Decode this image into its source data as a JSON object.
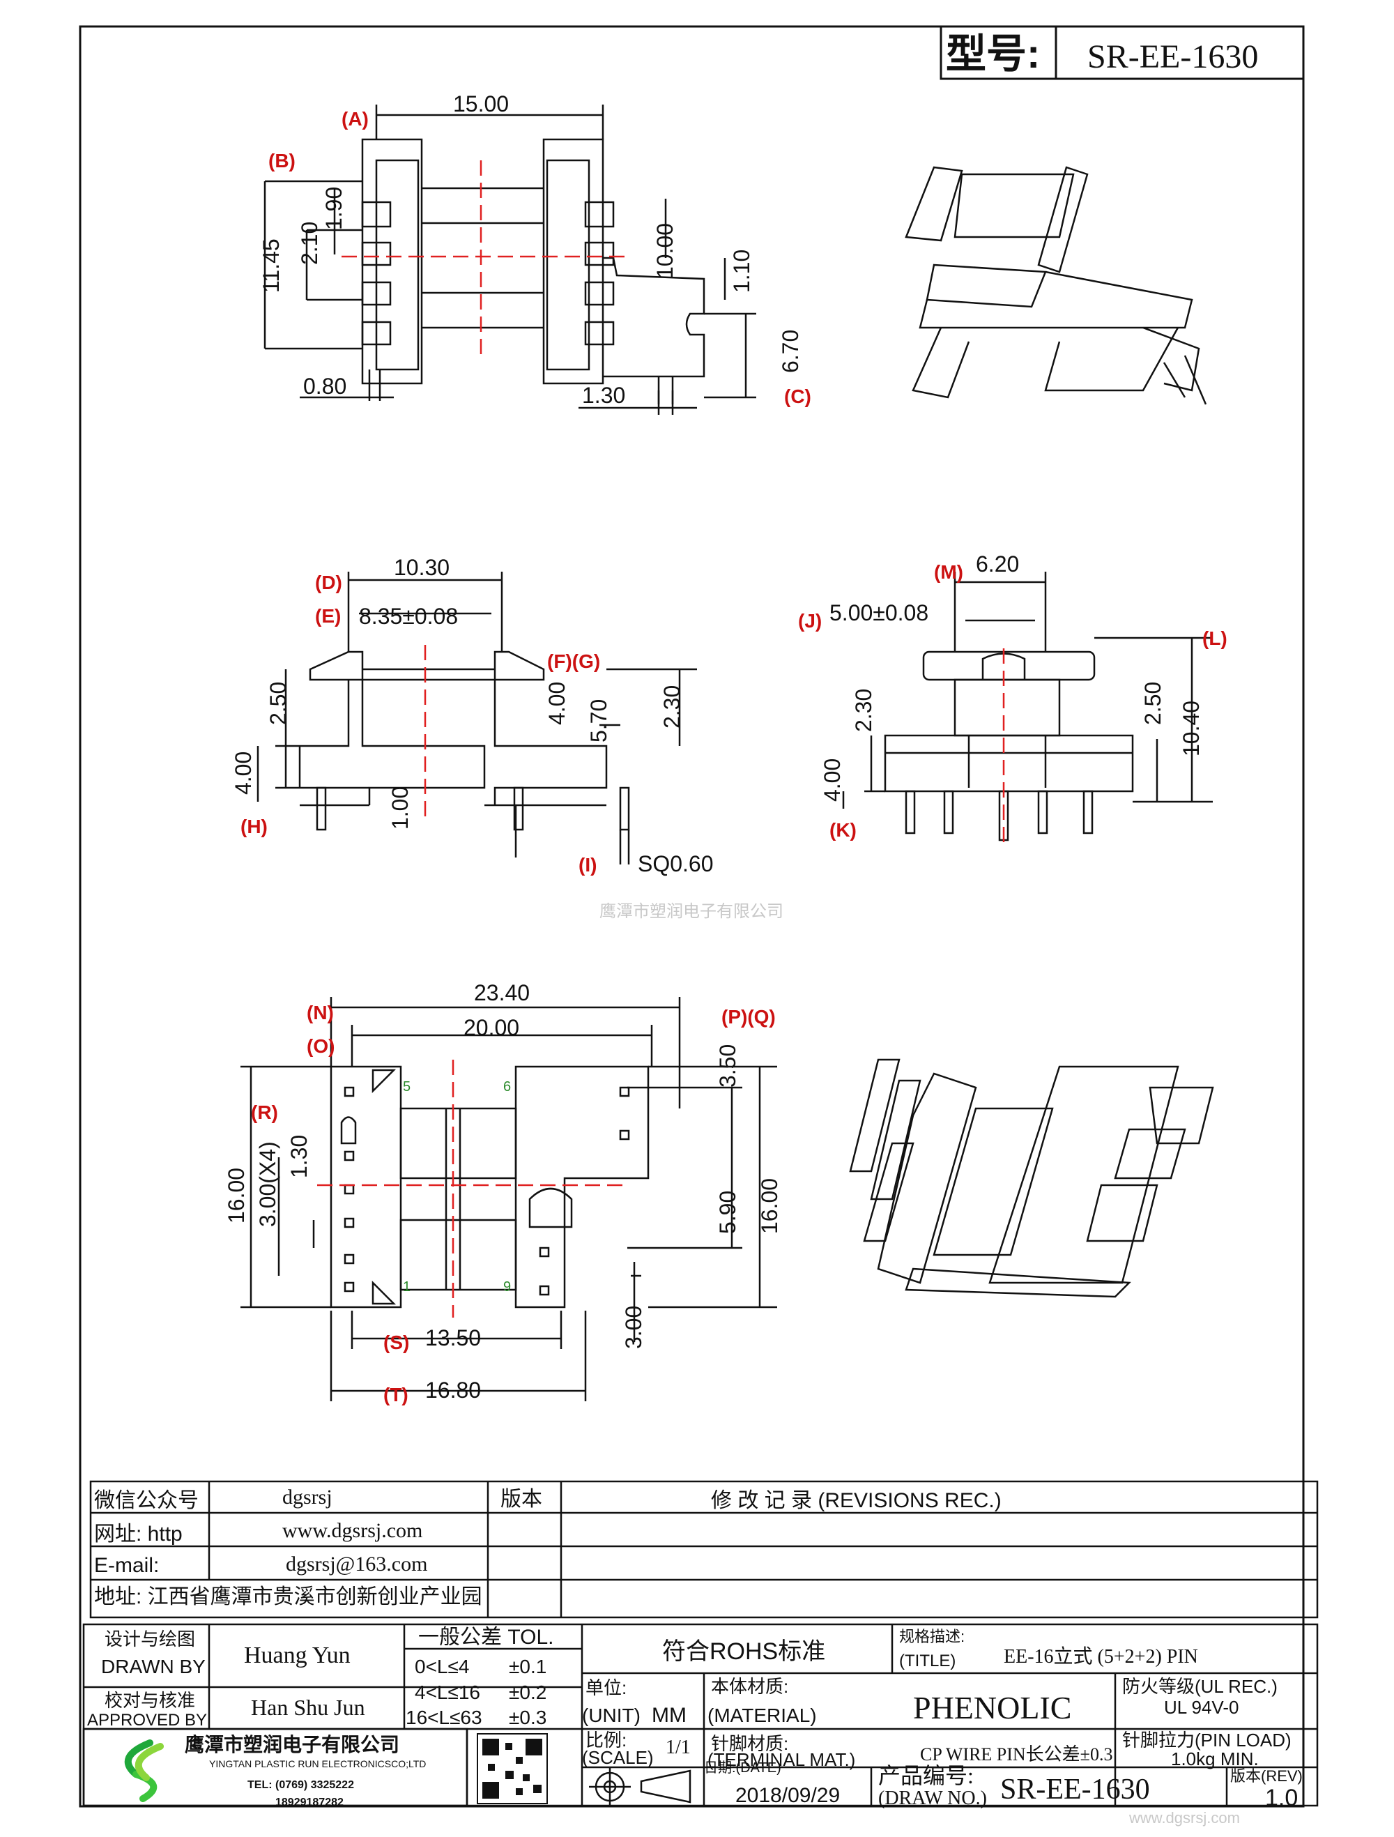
{
  "header": {
    "model_label": "型号:",
    "model_value": "SR-EE-1630"
  },
  "labels": {
    "A": "(A)",
    "B": "(B)",
    "C": "(C)",
    "D": "(D)",
    "E": "(E)",
    "FG": "(F)(G)",
    "H": "(H)",
    "I": "(I)",
    "J": "(J)",
    "K": "(K)",
    "L": "(L)",
    "M": "(M)",
    "N": "(N)",
    "O": "(O)",
    "PQ": "(P)(Q)",
    "R": "(R)",
    "S": "(S)",
    "T": "(T)"
  },
  "dims": {
    "d15": "15.00",
    "d1145": "11.45",
    "d210": "2.10",
    "d190": "1.90",
    "d080": "0.80",
    "d1000": "10.00",
    "d110": "1.10",
    "d670": "6.70",
    "d130a": "1.30",
    "d1030": "10.30",
    "d835": "8.35±0.08",
    "d250a": "2.50",
    "d400a": "4.00",
    "d400b": "4.00",
    "d570": "5.70",
    "d230a": "2.30",
    "d100": "1.00",
    "sq": "SQ0.60",
    "d620": "6.20",
    "d500": "5.00±0.08",
    "d230b": "2.30",
    "d250b": "2.50",
    "d1040": "10.40",
    "d400c": "4.00",
    "d2340": "23.40",
    "d2000": "20.00",
    "d350": "3.50",
    "d1600a": "16.00",
    "d300x4": "3.00(X4)",
    "d130b": "1.30",
    "d590": "5.90",
    "d1600b": "16.00",
    "d1350": "13.50",
    "d1680": "16.80",
    "d300": "3.00"
  },
  "pins": {
    "p5": "5",
    "p6": "6",
    "p1": "1",
    "p9": "9"
  },
  "watermark": "鹰潭市塑润电子有限公司",
  "corner_watermark": "www.dgsrsj.com",
  "contact": {
    "wechat_label": "微信公众号",
    "wechat_value": "dgsrsj",
    "web_label": "网址: http",
    "web_value": "www.dgsrsj.com",
    "email_label": "E-mail:",
    "email_value": "dgsrsj@163.com",
    "addr": "地址: 江西省鹰潭市贵溪市创新创业产业园"
  },
  "revisions": {
    "version_label": "版本",
    "title": "修  改  记  录   (REVISIONS  REC.)"
  },
  "title_block": {
    "drawn_cn": "设计与绘图",
    "drawn_en": "DRAWN  BY",
    "drawn_name": "Huang  Yun",
    "approved_cn": "校对与核准",
    "approved_en": "APPROVED BY",
    "approved_name": "Han Shu Jun",
    "tol_title": "一般公差  TOL.",
    "tol_rows": [
      {
        "range": "0<L≤4",
        "tol": "±0.1"
      },
      {
        "range": "4<L≤16",
        "tol": "±0.2"
      },
      {
        "range": "16<L≤63",
        "tol": "±0.3"
      }
    ],
    "rohs": "符合ROHS标准",
    "spec_cn": "规格描述:",
    "spec_en": "(TITLE)",
    "spec_value": "EE-16立式 (5+2+2) PIN",
    "unit_cn": "单位:",
    "unit_en": "(UNIT)",
    "unit_value": "MM",
    "material_cn": "本体材质:",
    "material_en": "(MATERIAL)",
    "material_value": "PHENOLIC",
    "fire_cn": "防火等级(UL REC.)",
    "fire_value": "UL 94V-0",
    "scale_cn": "比例:",
    "scale_en": "(SCALE)",
    "scale_value": "1/1",
    "terminal_cn": "针脚材质:",
    "terminal_en": "(TERMINAL  MAT.)",
    "terminal_value": "CP WIRE   PIN长公差±0.3",
    "pinload_cn": "针脚拉力(PIN LOAD)",
    "pinload_value": "1.0kg MIN.",
    "date_cn": "日期:(DATE)",
    "date_value": "2018/09/29",
    "drawno_cn": "产品编号:",
    "drawno_en": "(DRAW NO.)",
    "drawno_value": "SR-EE-1630",
    "rev_cn": "版本(REV)",
    "rev_value": "1.0",
    "company_cn": "鹰潭市塑润电子有限公司",
    "company_en": "YINGTAN PLASTIC RUN ELECTRONICSCO;LTD",
    "tel": "TEL: (0769) 3325222",
    "mobile": "18929187282"
  },
  "colors": {
    "line": "#111111",
    "center": "#e02020",
    "red_label": "#cc1111",
    "green": "#2a8a2a",
    "watermark": "#c8c8c8"
  }
}
